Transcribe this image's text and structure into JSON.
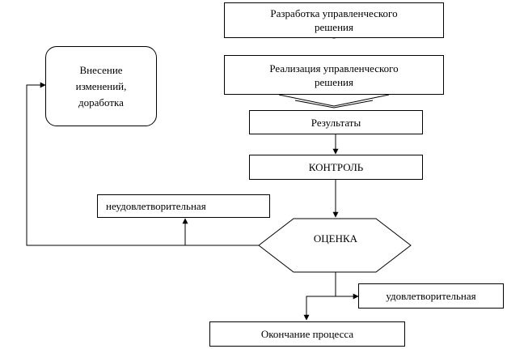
{
  "diagram": {
    "nodes": {
      "development": {
        "line1": "Разработка управленческого",
        "line2": "решения"
      },
      "implementation": {
        "line1": "Реализация управленческого",
        "line2": "решения"
      },
      "results": "Результаты",
      "control": "КОНТРОЛЬ",
      "evaluation": "ОЦЕНКА",
      "changes": {
        "line1": "Внесение",
        "line2": "изменений,",
        "line3": "доработка"
      },
      "unsatisfactory": "неудовлетворительная",
      "satisfactory": "удовлетворительная",
      "end": "Окончание процесса"
    },
    "colors": {
      "stroke": "#000000",
      "fill": "#ffffff"
    }
  }
}
